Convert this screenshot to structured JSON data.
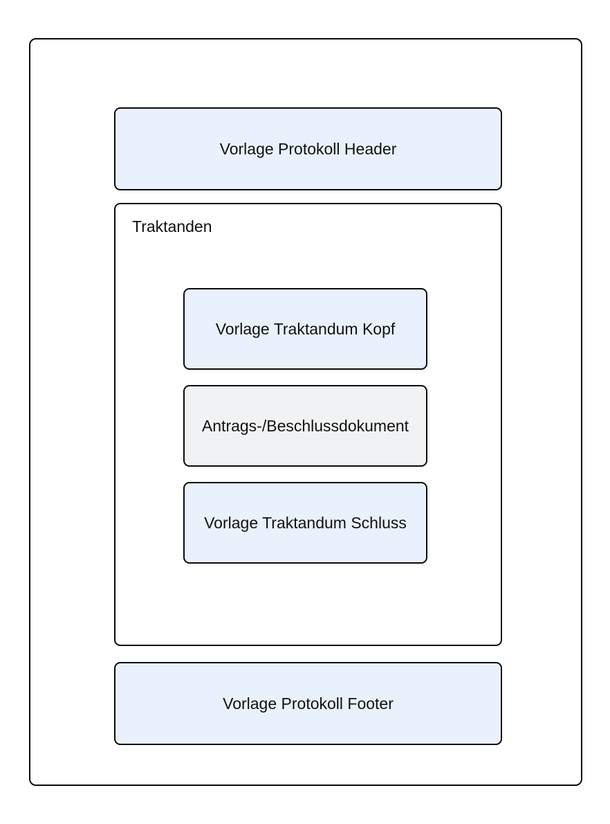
{
  "colors": {
    "box_blue": "#e9f1fc",
    "box_gray": "#f1f2f3",
    "border": "#0a0a0a",
    "text": "#111111",
    "background": "#ffffff"
  },
  "diagram": {
    "header_box": {
      "label": "Vorlage Protokoll Header"
    },
    "traktanden_section": {
      "label": "Traktanden",
      "items": [
        {
          "label": "Vorlage Traktandum Kopf",
          "variant": "blue"
        },
        {
          "label": "Antrags-/Beschlussdokument",
          "variant": "gray"
        },
        {
          "label": "Vorlage Traktandum Schluss",
          "variant": "blue"
        }
      ]
    },
    "footer_box": {
      "label": "Vorlage Protokoll Footer"
    }
  }
}
